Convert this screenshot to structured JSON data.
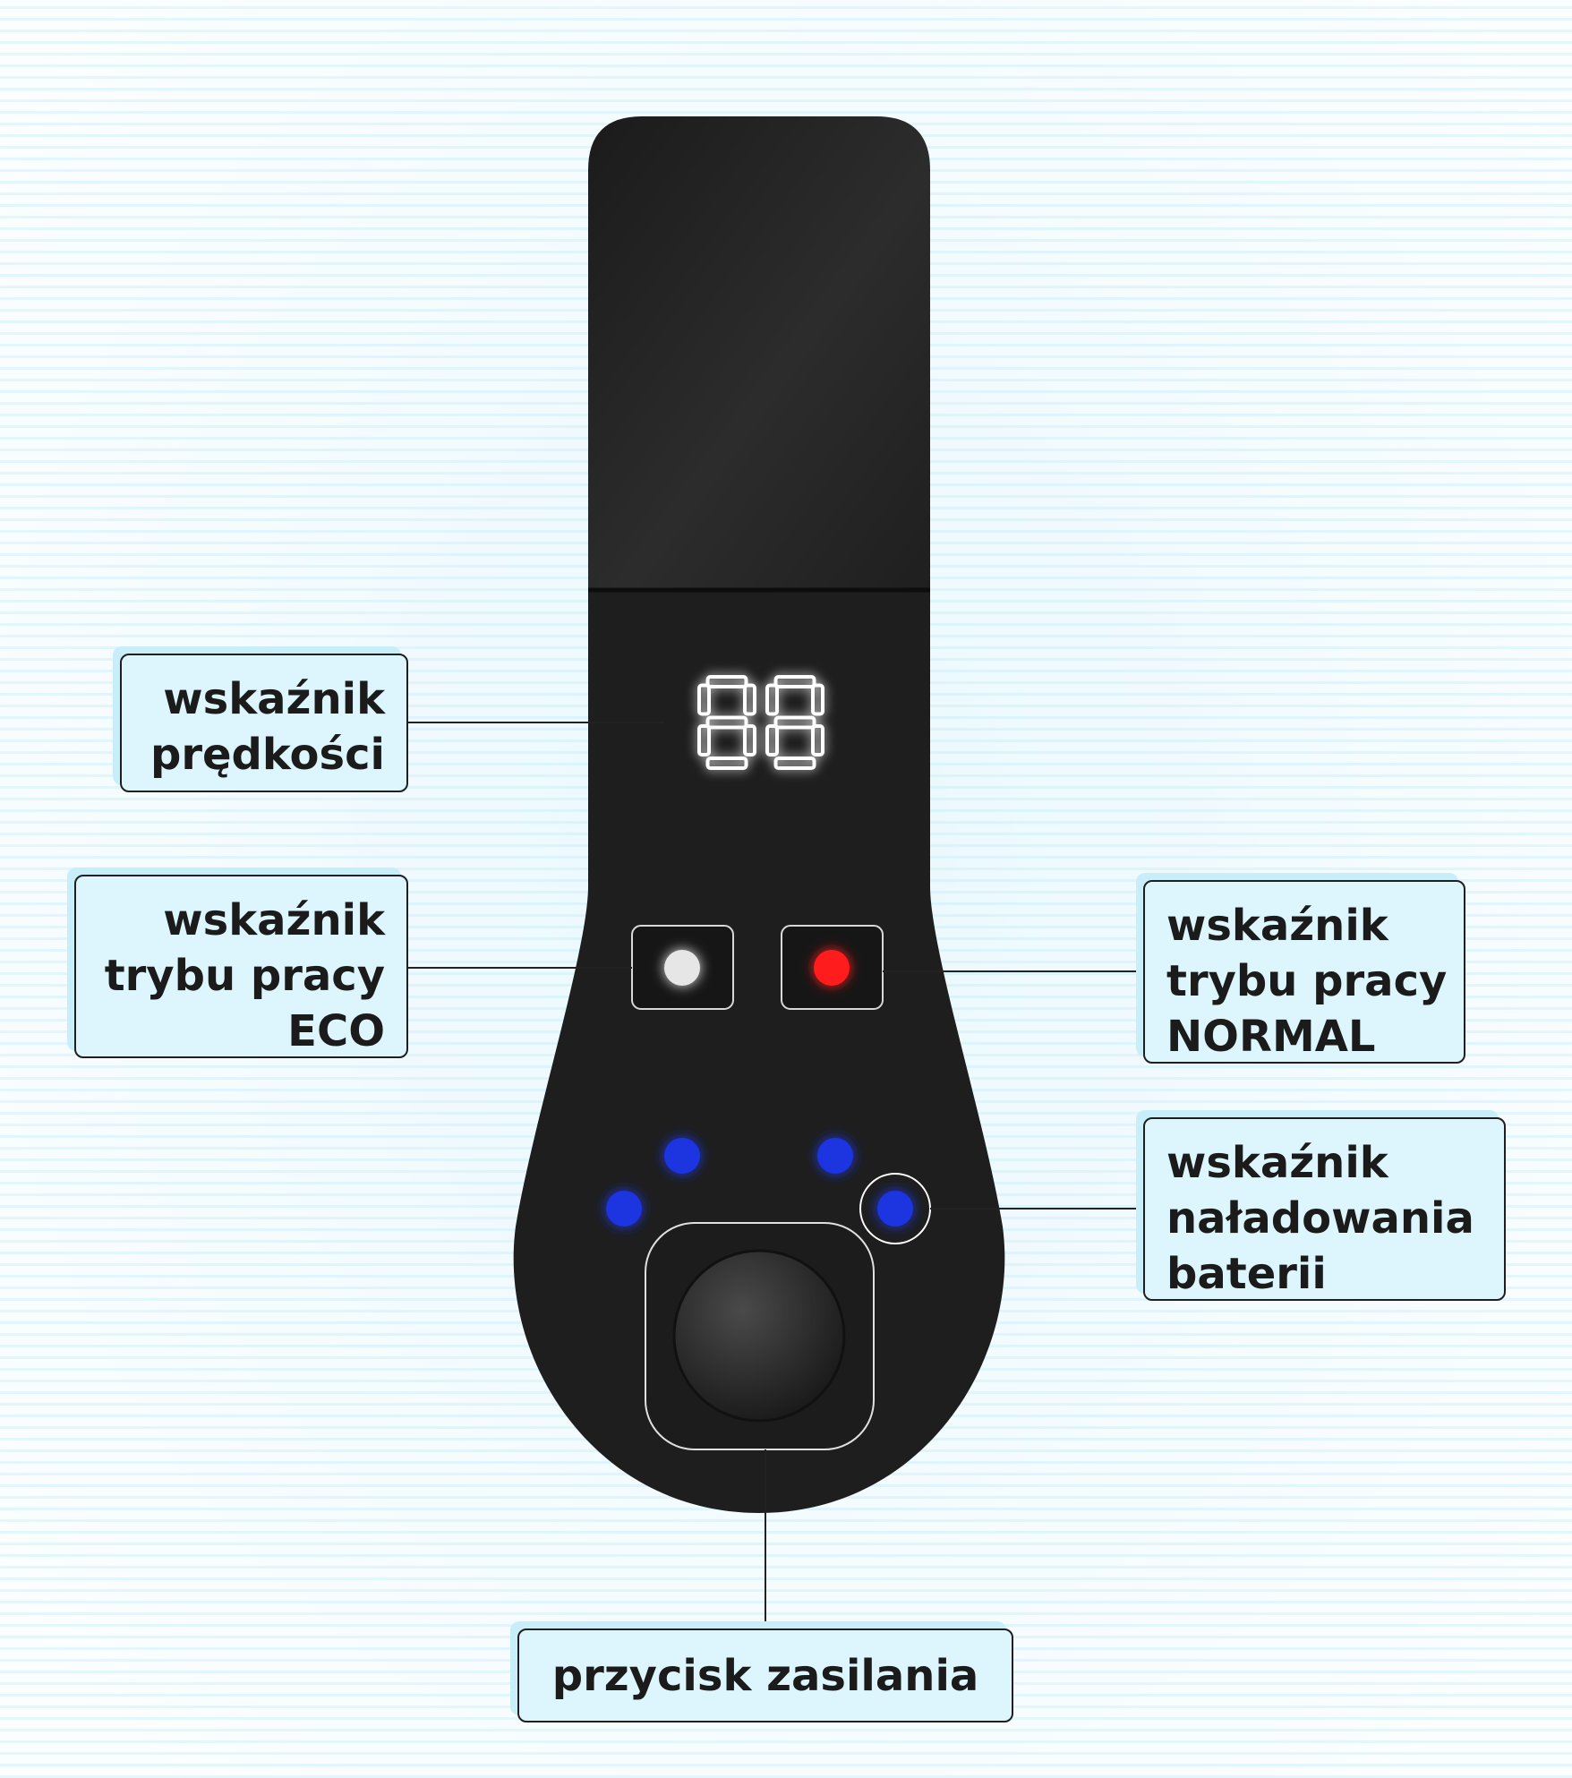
{
  "device": {
    "display_digits": "88",
    "colors": {
      "body": "#1e1e1e",
      "top_section": "#242424",
      "eco_led": "#e6e6e6",
      "normal_led": "#ff1a1a",
      "battery_led": "#1a35e0",
      "segment_glow": "#ffffff"
    }
  },
  "labels": {
    "speed": {
      "lines": [
        "wskaźnik",
        "prędkości"
      ]
    },
    "eco": {
      "lines": [
        "wskaźnik",
        "trybu pracy",
        "ECO"
      ]
    },
    "normal": {
      "lines": [
        "wskaźnik",
        "trybu pracy",
        "NORMAL"
      ]
    },
    "battery": {
      "lines": [
        "wskaźnik",
        "naładowania",
        "baterii"
      ]
    },
    "power": {
      "lines": [
        "przycisk zasilania"
      ]
    }
  }
}
